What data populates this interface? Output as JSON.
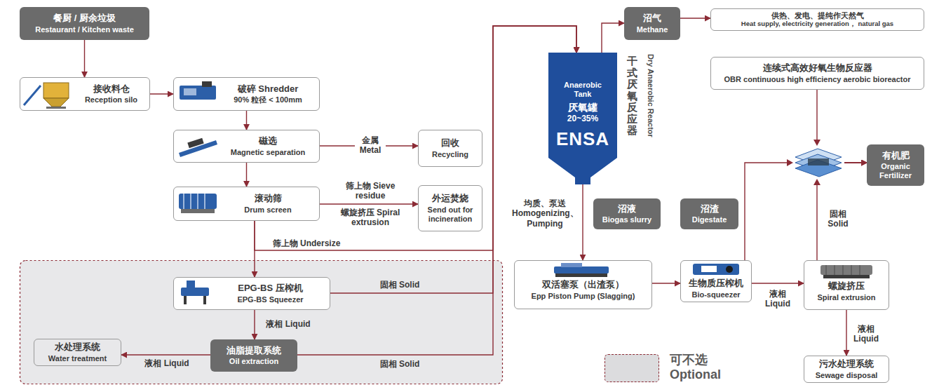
{
  "diagram": {
    "nodes": [
      {
        "text": [
          "餐厨 / 厨余垃圾",
          "Restaurant / Kitchen waste"
        ]
      },
      {
        "text": [
          "接收料仓",
          "Reception silo"
        ]
      },
      {
        "text": [
          "破碎 Shredder",
          "90% 粒径 < 100mm"
        ]
      },
      {
        "text": [
          "磁选",
          "Magnetic separation"
        ]
      },
      {
        "text": [
          "回收",
          "Recycling"
        ]
      },
      {
        "text": [
          "滚动筛",
          "Drum screen"
        ]
      },
      {
        "text": [
          "外运焚烧",
          "Send out for incineration"
        ]
      },
      {
        "text": [
          "EPG-BS 压榨机",
          "EPG-BS Squeezer"
        ]
      },
      {
        "text": [
          "水处理系统",
          "Water treatment"
        ]
      },
      {
        "text": [
          "油脂提取系统",
          "Oil extraction"
        ]
      },
      {
        "text": [
          "Anaerobic Tank",
          "厌氧罐",
          "20~35%",
          "ENSA",
          "干式厌氧反应器",
          "Dry Anaerobic Reactor"
        ]
      },
      {
        "text": [
          "沼气",
          "Methane"
        ]
      },
      {
        "text": [
          "供热、发电、提纯作天然气",
          "Heat supply, electricity generation， natural gas"
        ]
      },
      {
        "text": [
          "连续式高效好氧生物反应器",
          "OBR continuous high efficiency aerobic bioreactor"
        ]
      },
      {
        "text": [
          "有机肥",
          "Organic Fertilizer"
        ]
      },
      {
        "text": [
          "沼液",
          "Biogas slurry"
        ]
      },
      {
        "text": [
          "沼渣",
          "Digestate"
        ]
      },
      {
        "text": [
          "双活塞泵（出渣泵）",
          "Epp Piston Pump (Slagging)"
        ]
      },
      {
        "text": [
          "生物质压榨机",
          "Bio-squeezer"
        ]
      },
      {
        "text": [
          "螺旋挤压",
          "Spiral extrusion"
        ]
      },
      {
        "text": [
          "污水处理系统",
          "Sewage disposal"
        ]
      }
    ],
    "edges": [
      {
        "from": 0,
        "to": 1,
        "arrow": "to"
      },
      {
        "from": 1,
        "to": 2,
        "arrow": "to"
      },
      {
        "from": 2,
        "to": 3,
        "arrow": "to"
      },
      {
        "from": 3,
        "to": 4,
        "label": "金属 Metal",
        "arrow": "to"
      },
      {
        "from": 3,
        "to": 5,
        "arrow": "to"
      },
      {
        "from": 5,
        "to": 6,
        "label": "筛上物 Sieve residue",
        "arrow": "to"
      },
      {
        "from": 5,
        "to": 7,
        "arrow": "to"
      },
      {
        "from": 5,
        "to": 10,
        "label": "筛上物 Undersize",
        "arrow": "to"
      },
      {
        "from": 7,
        "to": 9,
        "label": "液相 Liquid",
        "arrow": "to"
      },
      {
        "from": 7,
        "to": 10,
        "label": "固相 Solid",
        "arrow": "to"
      },
      {
        "from": 9,
        "to": 8,
        "label": "液相 Liquid",
        "arrow": "to"
      },
      {
        "from": 9,
        "to": 10,
        "label": "固相 Solid",
        "arrow": "to"
      },
      {
        "from": 10,
        "to": 11,
        "arrow": "to"
      },
      {
        "from": 11,
        "to": 12,
        "arrow": "to"
      },
      {
        "from": 10,
        "to": 17,
        "label": "均质、泵送 Homogenizing、Pumping",
        "arrow": "to"
      },
      {
        "from": 17,
        "to": 18,
        "arrow": "to"
      },
      {
        "from": 18,
        "to": 19,
        "label": "液相 Liquid",
        "arrow": "to"
      },
      {
        "from": 19,
        "to": 20,
        "label": "液相 Liquid",
        "arrow": "to"
      },
      {
        "from": 18,
        "to": 14,
        "arrow": "to"
      },
      {
        "from": 19,
        "to": 14,
        "label": "固相 Solid",
        "arrow": "to"
      },
      {
        "from": 13,
        "to": 14,
        "arrow": "to"
      }
    ],
    "labels": [
      "螺旋挤压 Spiral extrusion"
    ],
    "legend": [
      {
        "text": "可不选 Optional",
        "color": "#dcdcde"
      }
    ]
  }
}
